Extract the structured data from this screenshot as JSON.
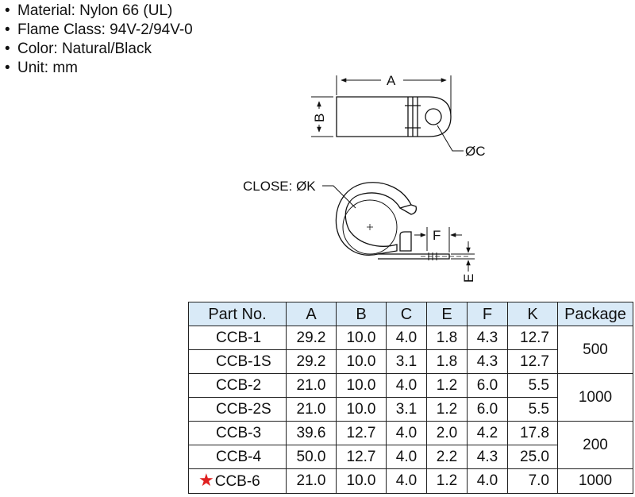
{
  "specs": [
    {
      "bullet": "•",
      "text": "Material: Nylon 66 (UL)"
    },
    {
      "bullet": "•",
      "text": "Flame Class: 94V-2/94V-0"
    },
    {
      "bullet": "•",
      "text": "Color: Natural/Black"
    },
    {
      "bullet": "•",
      "text": "Unit: mm"
    }
  ],
  "drawing": {
    "label_a": "A",
    "label_b": "B",
    "label_c": "ØC",
    "label_close": "CLOSE: ØK",
    "label_f": "F",
    "label_e": "E"
  },
  "table": {
    "headers": [
      "Part No.",
      "A",
      "B",
      "C",
      "E",
      "F",
      "K",
      "Package"
    ],
    "rows": [
      {
        "part": "CCB-1",
        "a": "29.2",
        "b": "10.0",
        "c": "4.0",
        "e": "1.8",
        "f": "4.3",
        "k": "12.7"
      },
      {
        "part": "CCB-1S",
        "a": "29.2",
        "b": "10.0",
        "c": "3.1",
        "e": "1.8",
        "f": "4.3",
        "k": "12.7"
      },
      {
        "part": "CCB-2",
        "a": "21.0",
        "b": "10.0",
        "c": "4.0",
        "e": "1.2",
        "f": "6.0",
        "k": "5.5"
      },
      {
        "part": "CCB-2S",
        "a": "21.0",
        "b": "10.0",
        "c": "3.1",
        "e": "1.2",
        "f": "6.0",
        "k": "5.5"
      },
      {
        "part": "CCB-3",
        "a": "39.6",
        "b": "12.7",
        "c": "4.0",
        "e": "2.0",
        "f": "4.2",
        "k": "17.8"
      },
      {
        "part": "CCB-4",
        "a": "50.0",
        "b": "12.7",
        "c": "4.0",
        "e": "2.2",
        "f": "4.3",
        "k": "25.0"
      },
      {
        "part": "CCB-6",
        "a": "21.0",
        "b": "10.0",
        "c": "4.0",
        "e": "1.2",
        "f": "4.0",
        "k": "7.0",
        "starred": true
      }
    ],
    "packages": [
      "500",
      "1000",
      "200",
      "1000"
    ],
    "star_glyph": "★",
    "star_color": "#e02020"
  }
}
